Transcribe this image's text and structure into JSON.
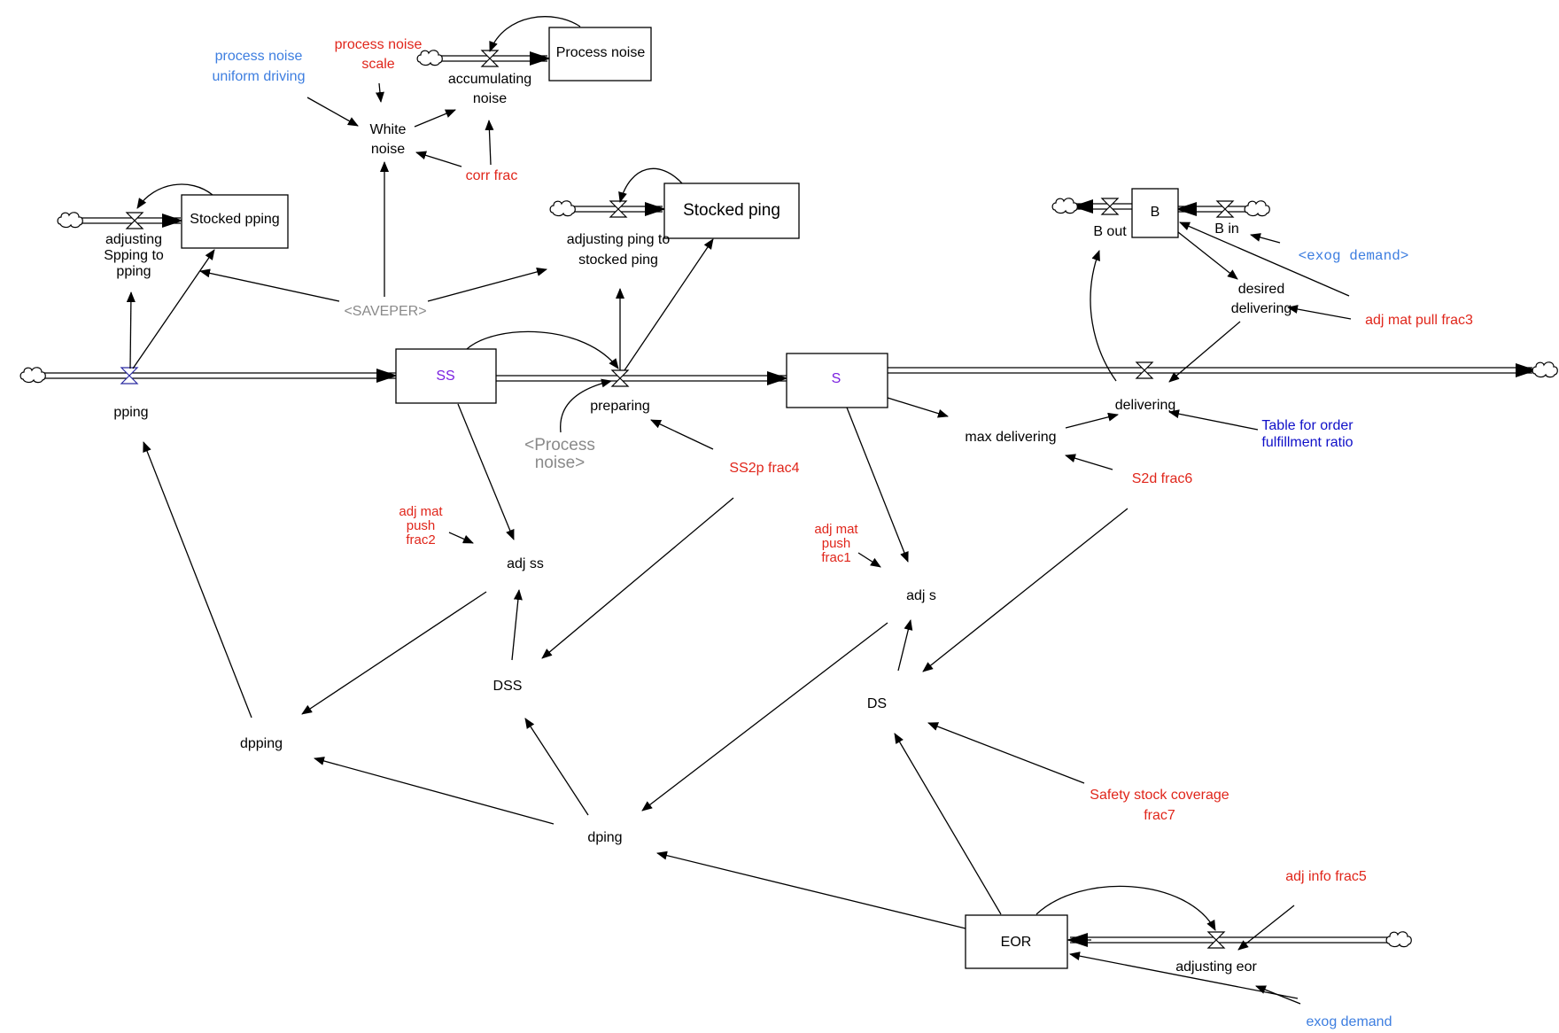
{
  "colors": {
    "black": "#000000",
    "red": "#e0261b",
    "blue": "#3d7ee0",
    "dark_blue": "#1010c8",
    "gray": "#8a8a8a",
    "purple": "#7a1fe0"
  },
  "stocks": {
    "stocked_pping": "Stocked pping",
    "process_noise": "Process noise",
    "stocked_ping": "Stocked ping",
    "b": "B",
    "ss": "SS",
    "s": "S",
    "eor": "EOR"
  },
  "flows": {
    "adjusting_spping_1": "adjusting",
    "adjusting_spping_2": "Spping to",
    "adjusting_spping_3": "pping",
    "accumulating_noise_1": "accumulating",
    "accumulating_noise_2": "noise",
    "adjusting_ping_1": "adjusting ping to",
    "adjusting_ping_2": "stocked ping",
    "b_out": "B out",
    "b_in": "B in",
    "pping": "pping",
    "preparing": "preparing",
    "delivering": "delivering",
    "adjusting_eor": "adjusting eor"
  },
  "variables": {
    "process_noise_uniform_1": "process noise",
    "process_noise_uniform_2": "uniform driving",
    "process_noise_scale_1": "process noise",
    "process_noise_scale_2": "scale",
    "white_noise_1": "White",
    "white_noise_2": "noise",
    "corr_frac": "corr frac",
    "saveper": "<SAVEPER>",
    "process_noise_shadow_1": "<Process",
    "process_noise_shadow_2": "noise>",
    "exog_demand_shadow": "<exog demand>",
    "desired_delivering_1": "desired",
    "desired_delivering_2": "delivering",
    "adj_mat_pull_frac3": "adj mat pull frac3",
    "max_delivering": "max delivering",
    "table_order_1": "Table for order",
    "table_order_2": "fulfillment ratio",
    "ss2p_frac4": "SS2p frac4",
    "s2d_frac6": "S2d frac6",
    "adj_mat_push_frac2_1": "adj mat",
    "adj_mat_push_frac2_2": "push",
    "adj_mat_push_frac2_3": "frac2",
    "adj_ss": "adj ss",
    "adj_mat_push_frac1_1": "adj mat",
    "adj_mat_push_frac1_2": "push",
    "adj_mat_push_frac1_3": "frac1",
    "adj_s": "adj s",
    "dss": "DSS",
    "ds": "DS",
    "dpping": "dpping",
    "dping": "dping",
    "safety_stock_1": "Safety stock coverage",
    "safety_stock_2": "frac7",
    "adj_info_frac5": "adj info frac5",
    "exog_demand": "exog demand"
  }
}
